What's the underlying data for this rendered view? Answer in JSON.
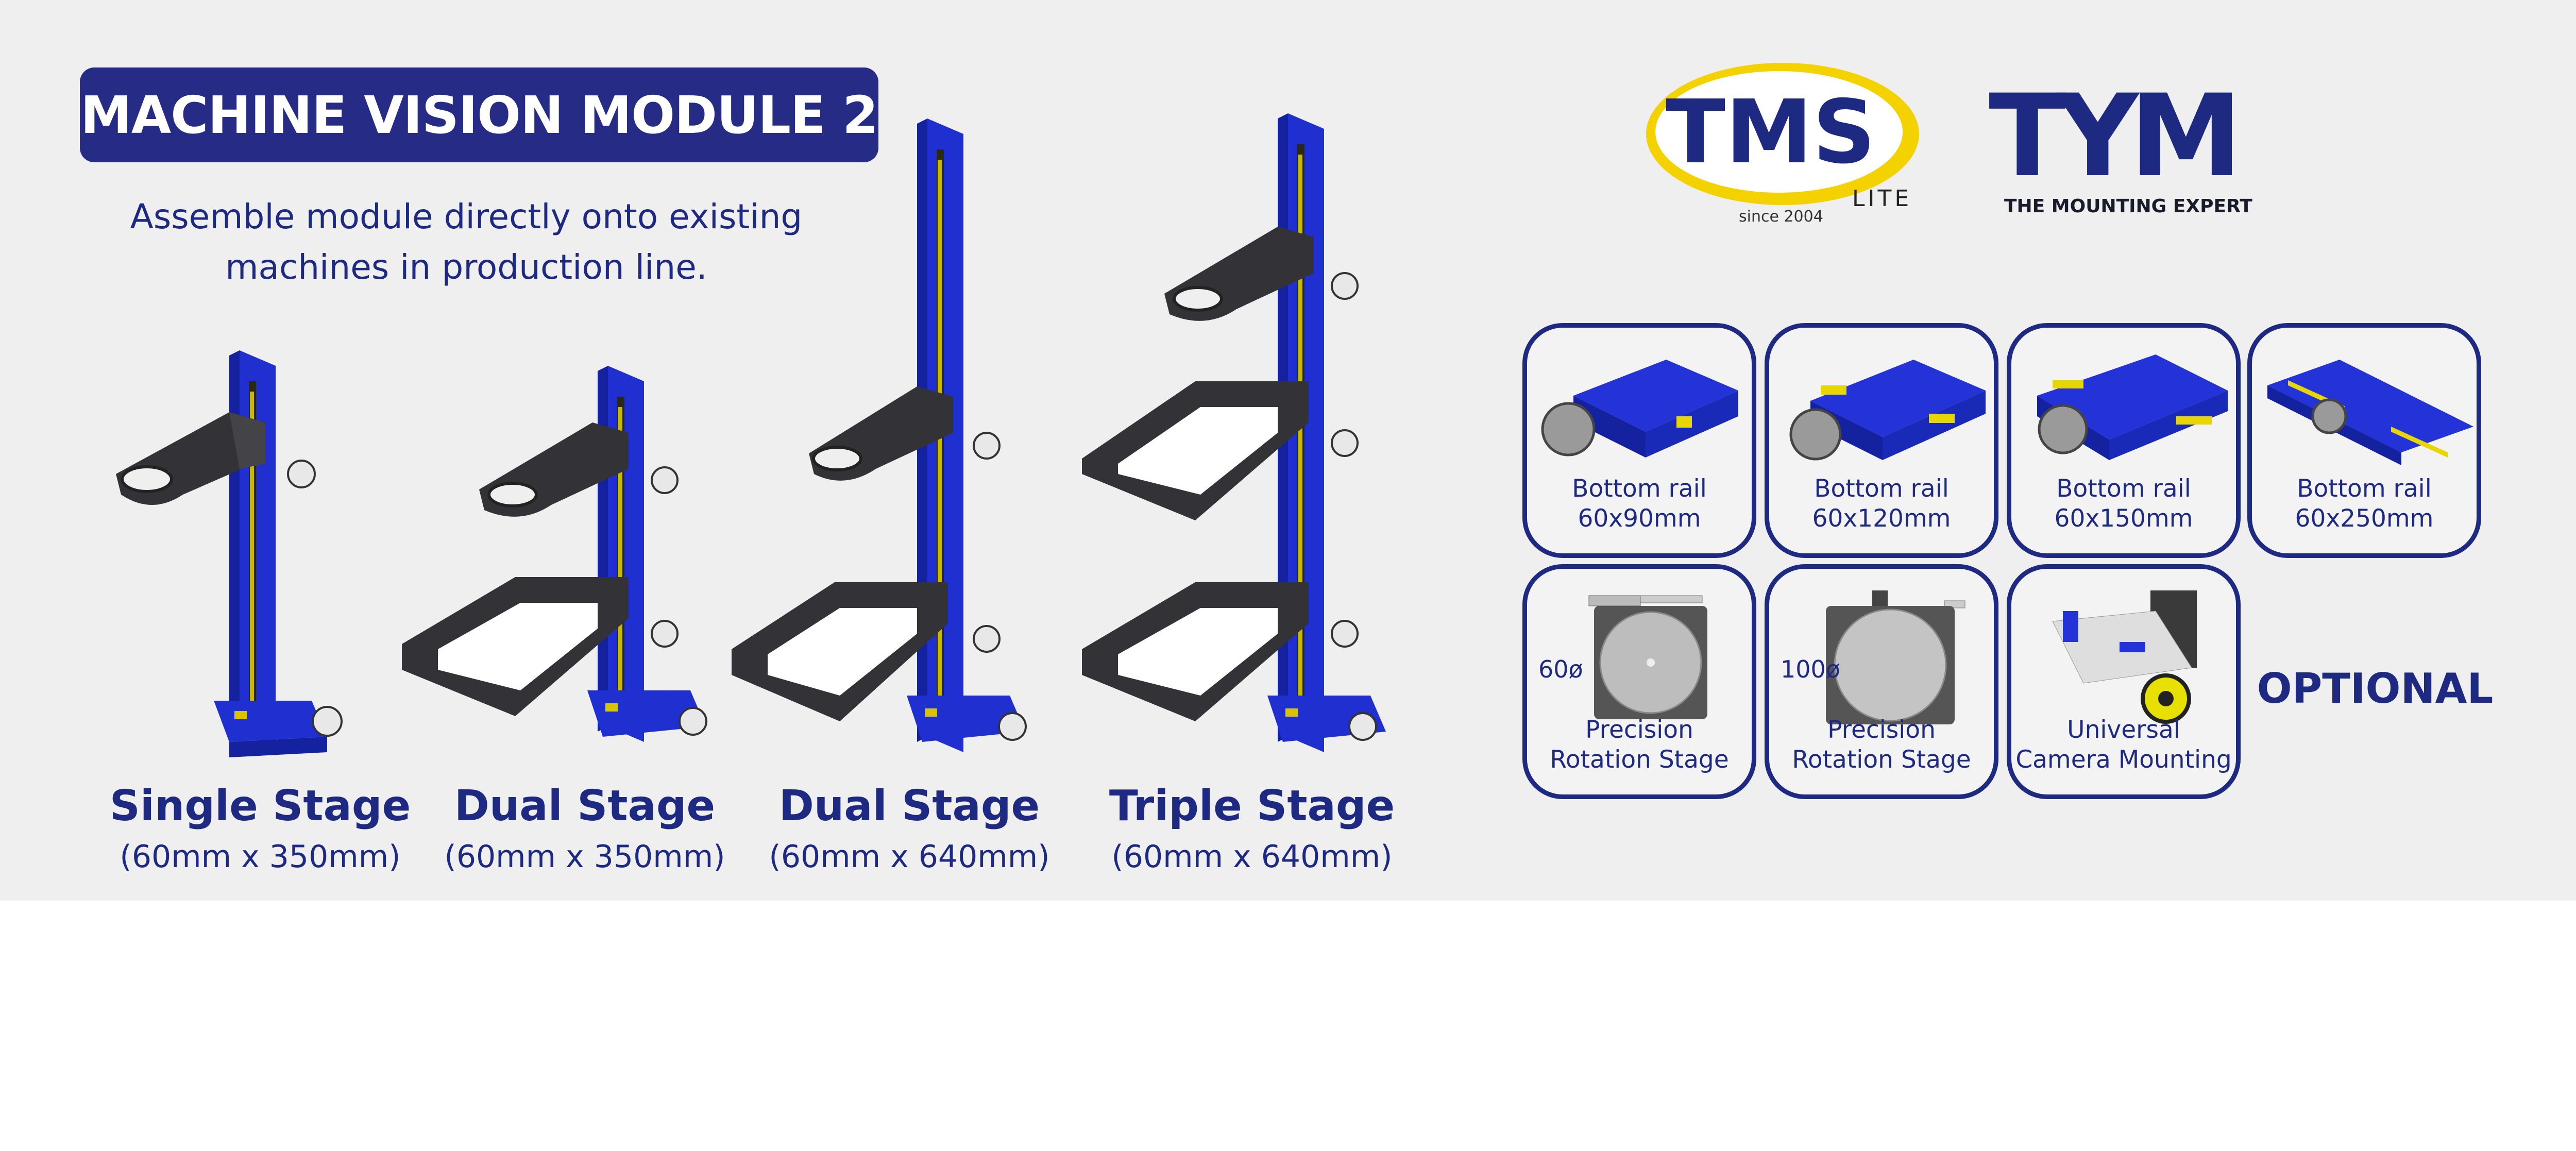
{
  "header": {
    "title": "MACHINE VISION MODULE 2",
    "subtitle_line1": "Assemble module directly onto existing",
    "subtitle_line2": "machines in production line."
  },
  "stages": [
    {
      "name": "Single Stage",
      "size": "(60mm x 350mm)"
    },
    {
      "name": "Dual Stage",
      "size": "(60mm x 350mm)"
    },
    {
      "name": "Dual Stage",
      "size": "(60mm x 640mm)"
    },
    {
      "name": "Triple Stage",
      "size": "(60mm x 640mm)"
    }
  ],
  "logos": {
    "tms": {
      "text": "TMS",
      "sub": "LITE",
      "since": "since 2004"
    },
    "tym": {
      "text": "TYM",
      "tagline": "THE MOUNTING EXPERT"
    }
  },
  "optional": {
    "label": "OPTIONAL",
    "tiles": [
      {
        "line1": "Bottom rail",
        "line2": "60x90mm"
      },
      {
        "line1": "Bottom rail",
        "line2": "60x120mm"
      },
      {
        "line1": "Bottom rail",
        "line2": "60x150mm"
      },
      {
        "line1": "Bottom rail",
        "line2": "60x250mm"
      },
      {
        "line1": "Precision",
        "line2": "Rotation Stage",
        "dia": "60ø"
      },
      {
        "line1": "Precision",
        "line2": "Rotation Stage",
        "dia": "100ø"
      },
      {
        "line1": "Universal",
        "line2": "Camera Mounting"
      }
    ]
  },
  "colors": {
    "navy": "#1e2a82",
    "title_bg": "#262b86",
    "machine_blue": "#1f2fd0",
    "machine_dark": "#2f2f33",
    "accent_yellow": "#f4e400",
    "banner_bg": "#efeff0"
  }
}
